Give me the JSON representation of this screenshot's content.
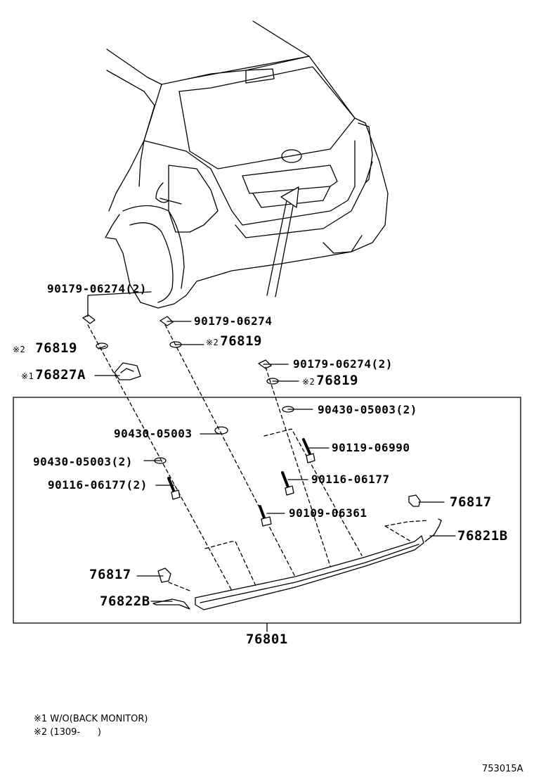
{
  "parts": {
    "clip_top_left": "90179-06274(2)",
    "clip_top_mid": "90179-06274",
    "clip_top_right": "90179-06274(2)",
    "washer_left": "76819",
    "washer_mid": "76819",
    "washer_right": "76819",
    "note_mark_2": "※2",
    "note_mark_1": "※1",
    "cover": "76827A",
    "nut_right": "90430-05003(2)",
    "nut_mid": "90430-05003",
    "nut_left": "90430-05003(2)",
    "bolt_right": "90119-06990",
    "bolt_right2": "90116-06177",
    "bolt_left": "90116-06177(2)",
    "bolt_mid": "90109-06361",
    "clip_right": "76817",
    "clip_left": "76817",
    "end_right": "76821B",
    "end_left": "76822B",
    "garnish": "76801"
  },
  "notes": {
    "line1": "※1 W/O(BACK MONITOR)",
    "line2": "※2 (1309-      )"
  },
  "figure_code": "753015A"
}
